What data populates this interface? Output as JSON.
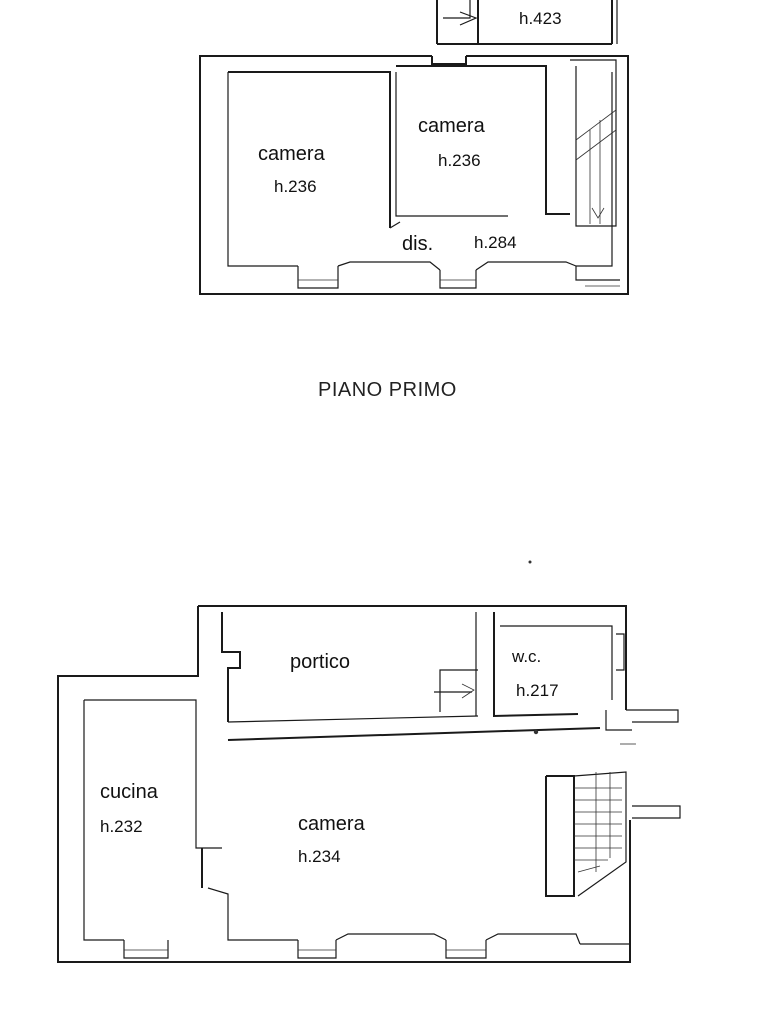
{
  "upper_plan": {
    "top_fragment_height": "h.423",
    "room_left": {
      "name": "camera",
      "height": "h.236"
    },
    "room_center": {
      "name": "camera",
      "height": "h.236"
    },
    "corridor": {
      "name": "dis.",
      "height": "h.284"
    }
  },
  "floor_title": "PIANO PRIMO",
  "lower_plan": {
    "portico": {
      "name": "portico"
    },
    "wc": {
      "name": "w.c.",
      "height": "h.217"
    },
    "kitchen": {
      "name": "cucina",
      "height": "h.232"
    },
    "room_main": {
      "name": "camera",
      "height": "h.234"
    }
  }
}
